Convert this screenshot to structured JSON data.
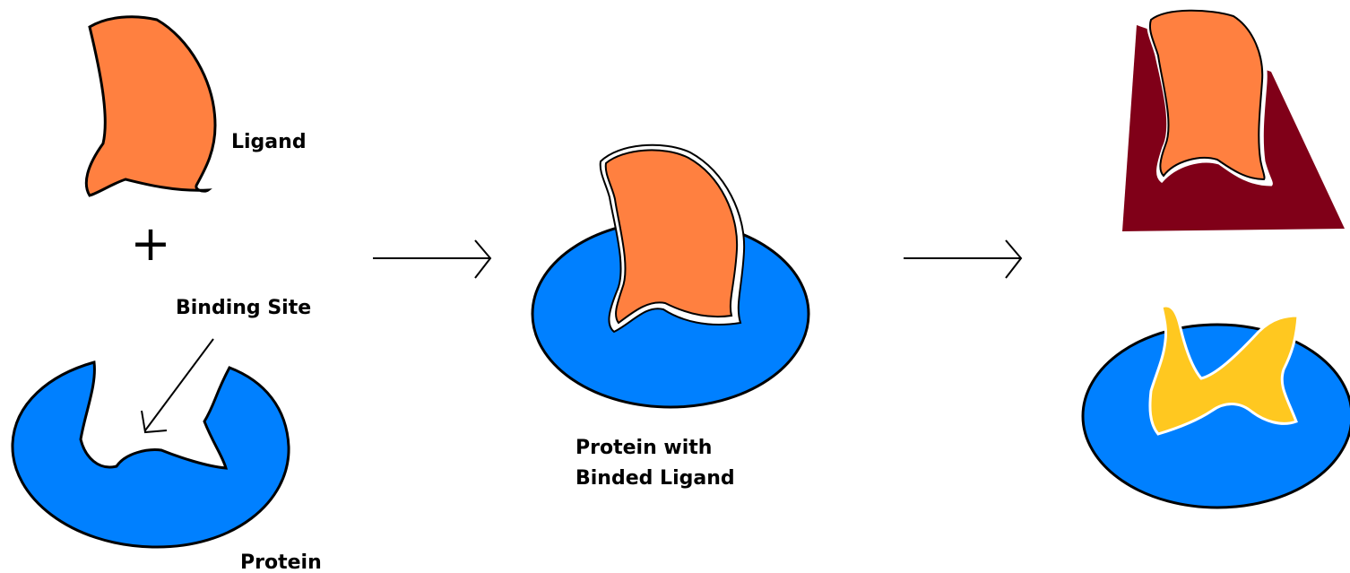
{
  "labels": {
    "ligand": "Ligand",
    "plus": "+",
    "binding_site": "Binding Site",
    "protein": "Protein",
    "complex_line1": "Protein with",
    "complex_line2": "Binded Ligand"
  },
  "colors": {
    "ligand": "#ff8040",
    "protein": "#0080ff",
    "cleaver": "#800018",
    "fragment": "#ffc820",
    "outline": "#000000",
    "background": "#ffffff"
  }
}
